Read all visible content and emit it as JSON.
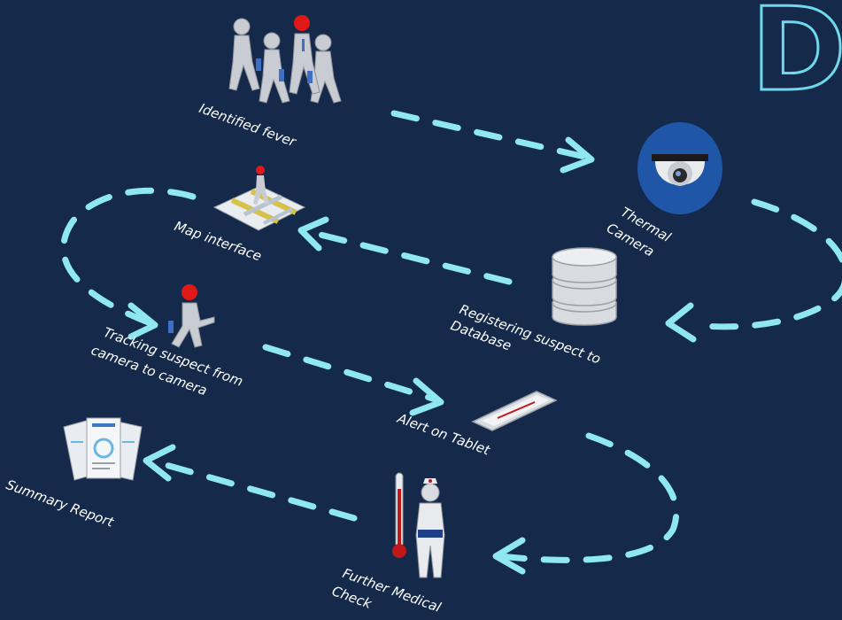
{
  "corner_letter": "D",
  "colors": {
    "background": "#152a4a",
    "arrow": "#8ee7f2",
    "accent_red": "#e01818",
    "letter_outline": "#6fd8ec"
  },
  "nodes": [
    {
      "id": "identified-fever",
      "label": "Identified fever",
      "icon": "crowd-walking-icon"
    },
    {
      "id": "thermal-camera",
      "label_line1": "Thermal",
      "label_line2": "Camera",
      "icon": "security-camera-icon"
    },
    {
      "id": "database",
      "label_line1": "Registering suspect to",
      "label_line2": "Database",
      "icon": "database-icon"
    },
    {
      "id": "map-interface",
      "label": "Map interface",
      "icon": "map-person-icon"
    },
    {
      "id": "tracking",
      "label_line1": "Tracking suspect from",
      "label_line2": "camera to camera",
      "icon": "walking-person-icon"
    },
    {
      "id": "tablet-alert",
      "label": "Alert on Tablet",
      "icon": "tablet-icon"
    },
    {
      "id": "medical-check",
      "label_line1": "Further Medical",
      "label_line2": "Check",
      "icon": "doctor-thermometer-icon"
    },
    {
      "id": "summary-report",
      "label": "Summary Report",
      "icon": "report-documents-icon"
    }
  ]
}
